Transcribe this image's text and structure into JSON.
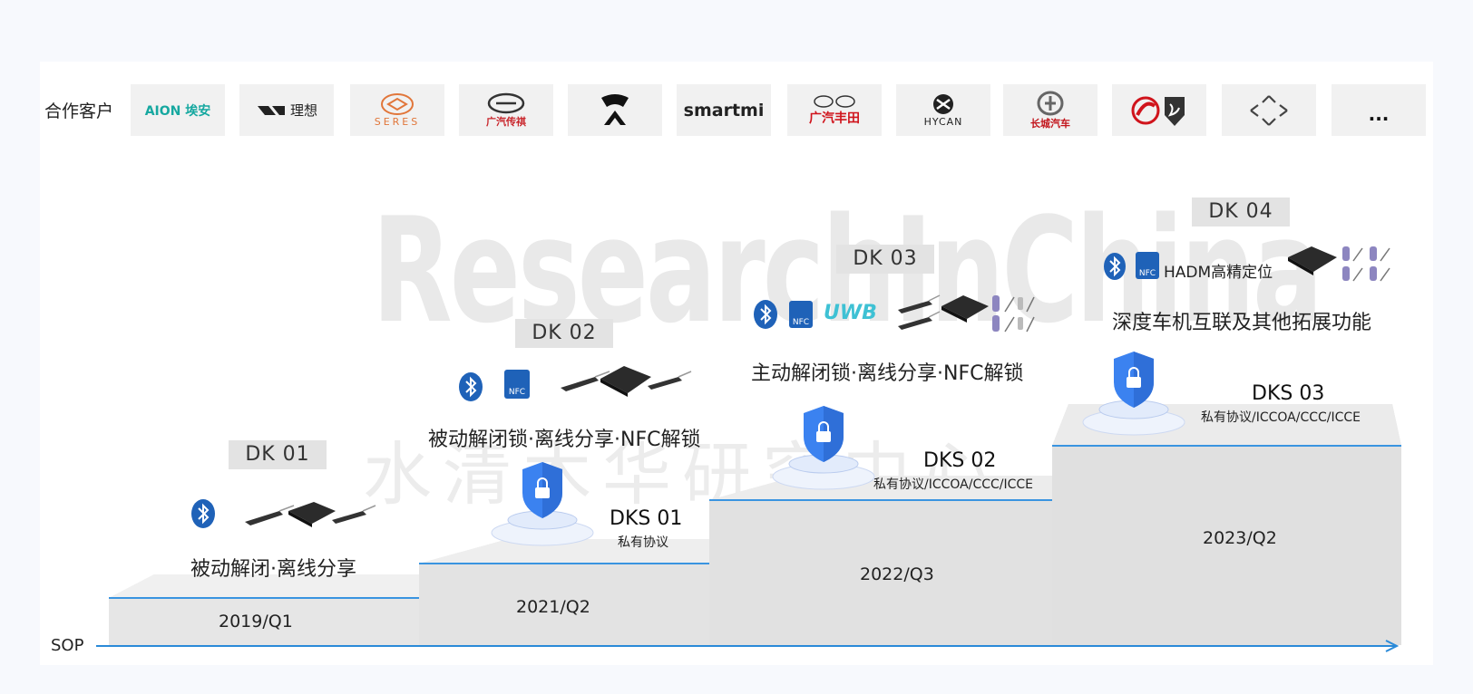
{
  "customers": {
    "label": "合作客户",
    "logos": [
      {
        "name": "aion",
        "text": "AION 埃安",
        "color": "#16a8a0"
      },
      {
        "name": "lixiang",
        "text": "理想",
        "color": "#222222"
      },
      {
        "name": "seres",
        "text": "SERES",
        "color": "#e1763a"
      },
      {
        "name": "gac-trumpchi",
        "text": "广汽传祺",
        "color": "#c9252b"
      },
      {
        "name": "nio",
        "text": "",
        "color": "#111111"
      },
      {
        "name": "smartmi",
        "text": "smartmi",
        "color": "#222222"
      },
      {
        "name": "gac-toyota",
        "text": "广汽丰田",
        "color": "#d0141c"
      },
      {
        "name": "hycan",
        "text": "HYCAN",
        "color": "#222222"
      },
      {
        "name": "great-wall",
        "text": "长城汽车",
        "color": "#c2141b"
      },
      {
        "name": "leapmotor",
        "text": "",
        "color": "#d0141c"
      },
      {
        "name": "jiyue",
        "text": "",
        "color": "#444444"
      },
      {
        "name": "more",
        "text": "...",
        "color": "#111111"
      }
    ]
  },
  "watermark": {
    "en": "ResearchInChina",
    "cn": "水清木华研究中心"
  },
  "stages": [
    {
      "dk": "DK 01",
      "function": "被动解闭·离线分享",
      "dks": "",
      "protocol": "",
      "date": "2019/Q1"
    },
    {
      "dk": "DK 02",
      "function": "被动解闭锁·离线分享·NFC解锁",
      "dks": "DKS 01",
      "protocol": "私有协议",
      "date": "2021/Q2"
    },
    {
      "dk": "DK 03",
      "function": "主动解闭锁·离线分享·NFC解锁",
      "dks": "DKS 02",
      "protocol": "私有协议/ICCOA/CCC/ICCE",
      "date": "2022/Q3"
    },
    {
      "dk": "DK 04",
      "function": "深度车机互联及其他拓展功能",
      "dks": "DKS 03",
      "protocol": "私有协议/ICCOA/CCC/ICCE",
      "date": "2023/Q2",
      "hadm": "HADM高精定位"
    }
  ],
  "badges": {
    "nfc": "NFC",
    "uwb": "UWB"
  },
  "axis": {
    "label": "SOP"
  },
  "colors": {
    "accent": "#2a8ad8",
    "step": "#e4e4e4",
    "shield": "#3b82f0"
  }
}
